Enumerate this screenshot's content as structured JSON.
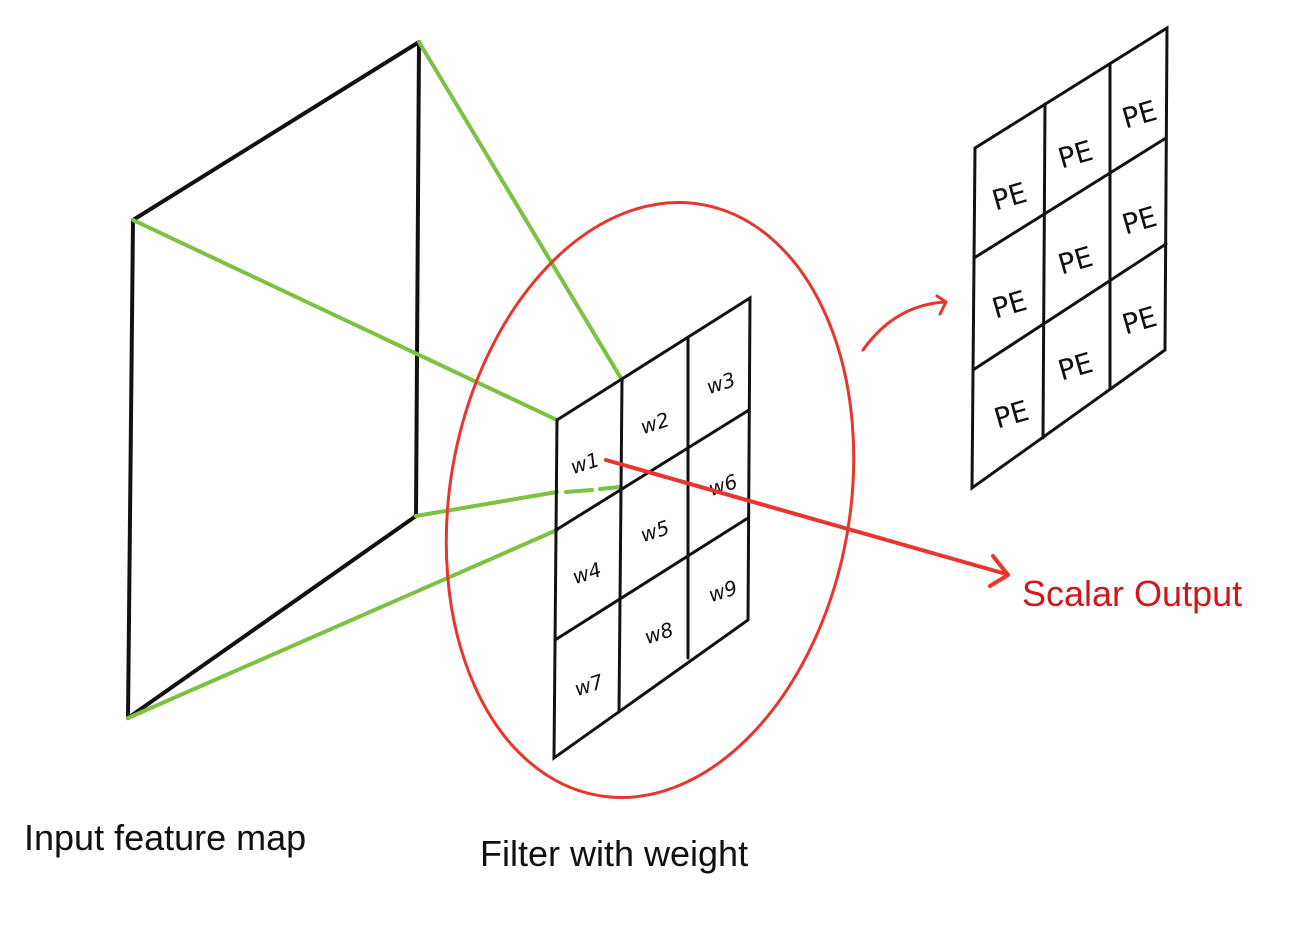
{
  "captions": {
    "input": "Input feature map",
    "filter": "Filter with weight",
    "output": "Scalar Output"
  },
  "filter_weights": [
    "w1",
    "w2",
    "w3",
    "w4",
    "w5",
    "w6",
    "w7",
    "w8",
    "w9"
  ],
  "pe_grid": [
    "PE",
    "PE",
    "PE",
    "PE",
    "PE",
    "PE",
    "PE",
    "PE",
    "PE"
  ],
  "colors": {
    "outline": "#111111",
    "projection": "#7cc142",
    "highlight": "#e8352e",
    "output_text": "#d0171b"
  }
}
